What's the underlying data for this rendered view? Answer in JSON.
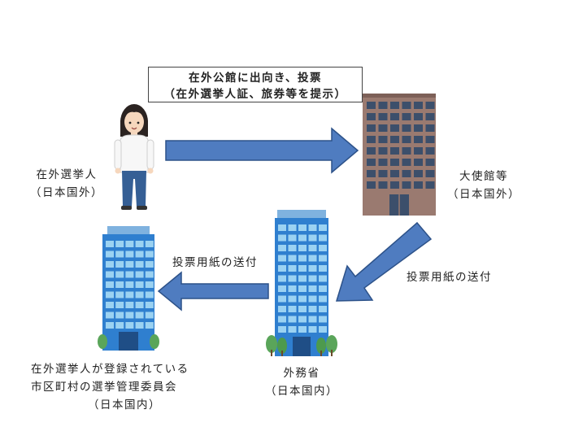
{
  "top_box": {
    "line1": "在外公館に出向き、投票",
    "line2": "（在外選挙人証、旅券等を提示）"
  },
  "voter": {
    "line1": "在外選挙人",
    "line2": "（日本国外）"
  },
  "embassy": {
    "line1": "大使館等",
    "line2": "（日本国外）"
  },
  "mofa": {
    "line1": "外務省",
    "line2": "（日本国内）"
  },
  "committee": {
    "line1": "在外選挙人が登録されている",
    "line2": "市区町村の選挙管理委員会",
    "line3": "（日本国内）"
  },
  "arrow_labels": {
    "embassy_to_mofa": "投票用紙の送付",
    "mofa_to_committee": "投票用紙の送付"
  },
  "colors": {
    "arrow_fill": "#4f7cc0",
    "arrow_stroke": "#2d5289",
    "box_border": "#444444"
  }
}
